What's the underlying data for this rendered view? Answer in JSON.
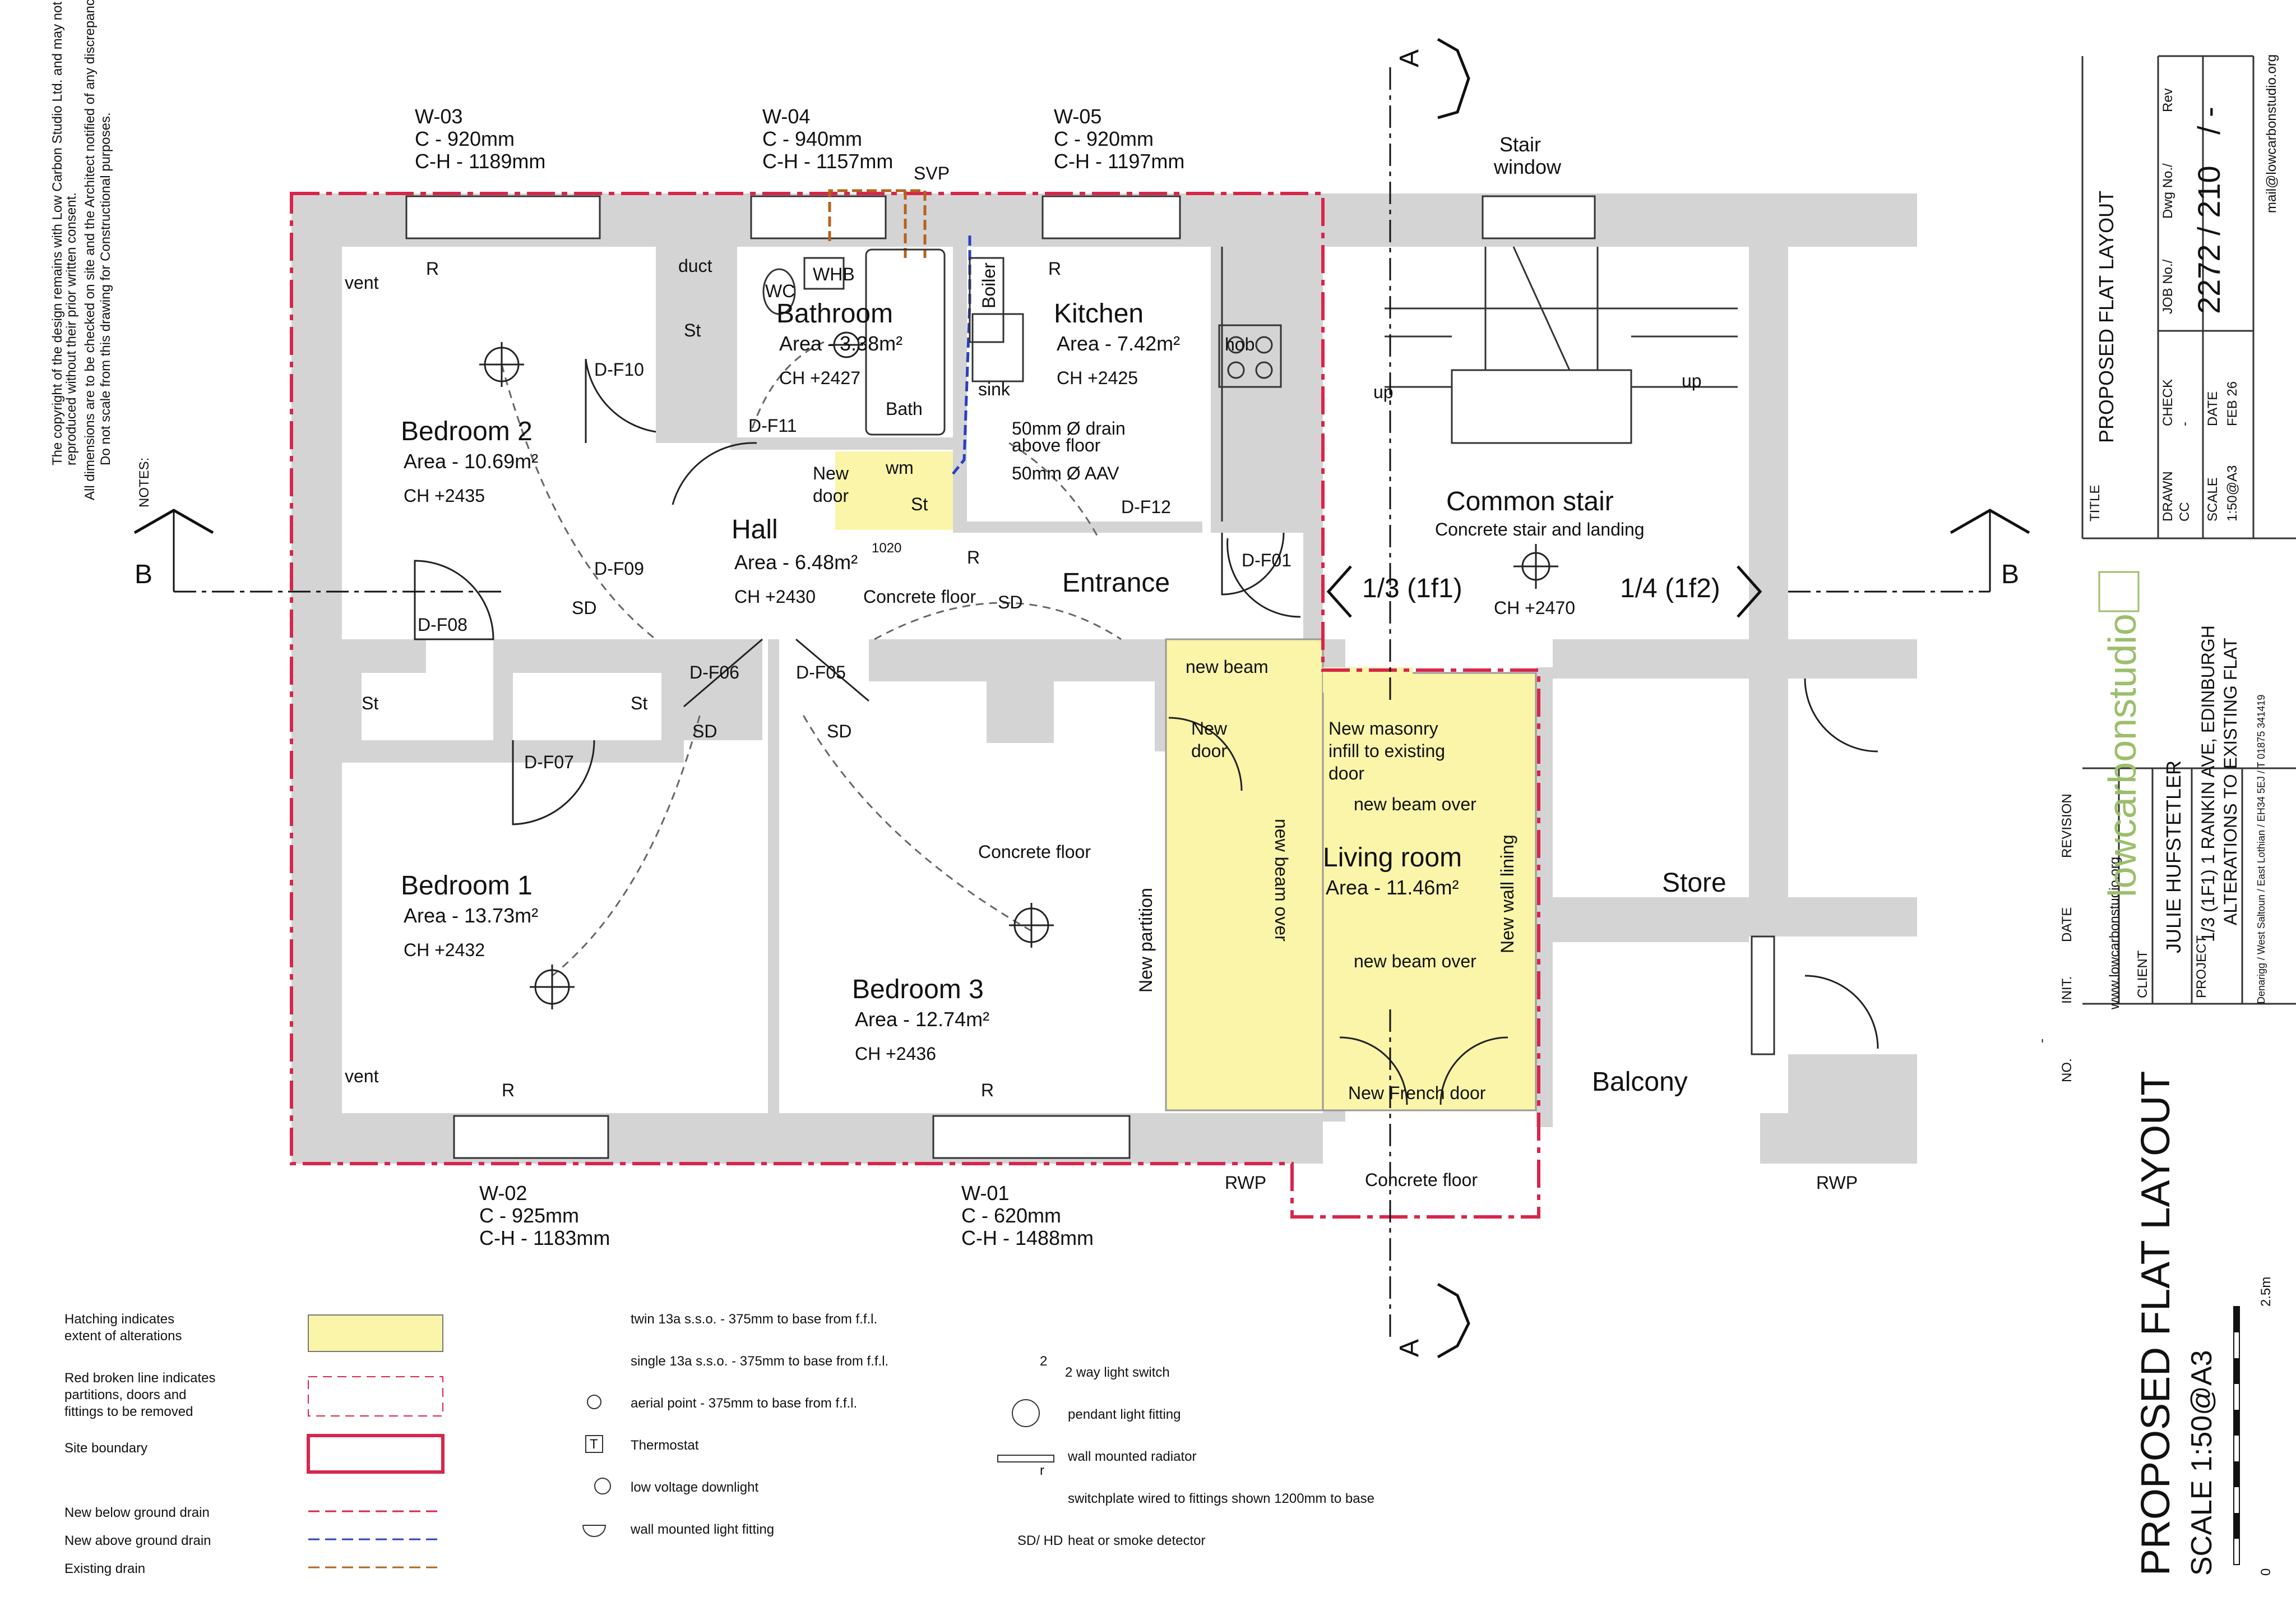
{
  "rooms": {
    "bedroom2": {
      "name": "Bedroom 2",
      "area": "Area - 10.69m²",
      "ch": "CH +2435"
    },
    "bathroom": {
      "name": "Bathroom",
      "area": "Area - 3.38m²",
      "ch": "CH +2427"
    },
    "kitchen": {
      "name": "Kitchen",
      "area": "Area - 7.42m²",
      "ch": "CH +2425"
    },
    "hall": {
      "name": "Hall",
      "area": "Area - 6.48m²",
      "ch": "CH +2430"
    },
    "entrance": {
      "name": "Entrance"
    },
    "bedroom1": {
      "name": "Bedroom 1",
      "area": "Area - 13.73m²",
      "ch": "CH +2432"
    },
    "bedroom3": {
      "name": "Bedroom 3",
      "area": "Area - 12.74m²",
      "ch": "CH +2436"
    },
    "living": {
      "name": "Living room",
      "area": "Area - 11.46m²"
    },
    "common": {
      "name": "Common stair",
      "sub": "Concrete stair and landing",
      "ch": "CH +2470"
    },
    "store": {
      "name": "Store"
    },
    "balcony": {
      "name": "Balcony"
    }
  },
  "windows": {
    "w03": {
      "id": "W-03",
      "c": "C - 920mm",
      "ch": "C-H - 1189mm"
    },
    "w04": {
      "id": "W-04",
      "c": "C - 940mm",
      "ch": "C-H - 1157mm"
    },
    "w05": {
      "id": "W-05",
      "c": "C - 920mm",
      "ch": "C-H - 1197mm"
    },
    "w02": {
      "id": "W-02",
      "c": "C - 925mm",
      "ch": "C-H - 1183mm"
    },
    "w01": {
      "id": "W-01",
      "c": "C - 620mm",
      "ch": "C-H - 1488mm"
    }
  },
  "labels": {
    "stair_window": "Stair window",
    "svp": "SVP",
    "duct": "duct",
    "st": "St",
    "wc": "WC",
    "whb": "WHB",
    "bath": "Bath",
    "boiler": "Boiler",
    "hob": "hob",
    "sink": "sink",
    "drain": "50mm Ø drain",
    "drain2": "above floor",
    "aav": "50mm Ø AAV",
    "wm": "wm",
    "new_door": "New door",
    "dim1020": "1020",
    "vent": "vent",
    "r": "R",
    "sd": "SD",
    "up": "up",
    "concrete_floor": "Concrete floor",
    "flat1": "1/3 (1f1)",
    "flat2": "1/4 (1f2)",
    "new_beam": "new beam",
    "new_door2": "New door",
    "masonry": "New masonry",
    "masonry2": "infill to existing",
    "masonry3": "door",
    "new_beam_over": "new beam over",
    "new_partition": "New partition",
    "new_wall_lining": "New wall lining",
    "french": "New French door",
    "rwp": "RWP",
    "sec_a": "A",
    "sec_b": "B"
  },
  "doors": [
    "D-F10",
    "D-F11",
    "D-F09",
    "D-F08",
    "D-F06",
    "D-F05",
    "D-F07",
    "D-F12",
    "D-F01"
  ],
  "copyright": [
    "The copyright of the design remains with Low Carbon Studio Ltd. and may not be",
    "reproduced without their prior written consent.",
    "All dimensions are to be checked on site and the Architect notified of any discrepancies.",
    "Do not scale from this drawing for Constructional purposes."
  ],
  "notes_label": "NOTES:",
  "legend": {
    "hatch": [
      "Hatching indicates",
      "extent of alterations"
    ],
    "red_broken": [
      "Red broken line indicates",
      "partitions, doors and",
      "fittings to be removed"
    ],
    "site": "Site boundary",
    "below": "New below ground drain",
    "above": "New above ground drain",
    "existing": "Existing drain",
    "twin": "twin 13a s.s.o. - 375mm to base from f.f.l.",
    "single": "single 13a s.s.o. - 375mm to base from f.f.l.",
    "aerial": "aerial point - 375mm to base from f.f.l.",
    "thermostat": "Thermostat",
    "thermo_sym": "T",
    "lowvolt": "low voltage downlight",
    "wallmounted": "wall mounted light fitting",
    "twoway": "2 way light switch",
    "twoway_sym": "2",
    "pendant": "pendant light fitting",
    "radiator": "wall mounted radiator",
    "radiator_sym": "r",
    "switchplate": "switchplate wired to fittings shown 1200mm to base",
    "smoke": "heat or smoke detector",
    "smoke_sym": "SD/ HD"
  },
  "title_block": {
    "title_label": "TITLE",
    "title": "PROPOSED FLAT LAYOUT",
    "drawn_label": "DRAWN",
    "drawn": "CC",
    "check_label": "CHECK",
    "check": "-",
    "scale_label": "SCALE",
    "scale": "1:50@A3",
    "date_label": "DATE",
    "date": "FEB 26",
    "job_label": "JOB No./",
    "dwg_label": "Dwg No./",
    "rev_label": "Rev",
    "number": "2272 / 210",
    "rev": "/ -",
    "email": "mail@lowcarbonstudio.org",
    "rev_head": [
      "-",
      "NO.",
      "INIT.",
      "DATE",
      "REVISION"
    ],
    "website": "www.lowcarbonstudio.org",
    "brand": "lowcarbonstudio",
    "client_label": "CLIENT",
    "client": "JULIE HUFSTETLER",
    "project_label": "PROJECT",
    "project1": "1/3 (1F1) 1 RANKIN AVE, EDINBURGH",
    "project2": "ALTERATIONS TO EXISTING FLAT",
    "address": "Denarigg / West Saltoun / East Lothian / EH34 5EJ / T 01875 341419",
    "big_title": "PROPOSED FLAT LAYOUT",
    "big_scale": "SCALE 1:50@A3",
    "scale_zero": "0",
    "scale_max": "2.5m"
  }
}
